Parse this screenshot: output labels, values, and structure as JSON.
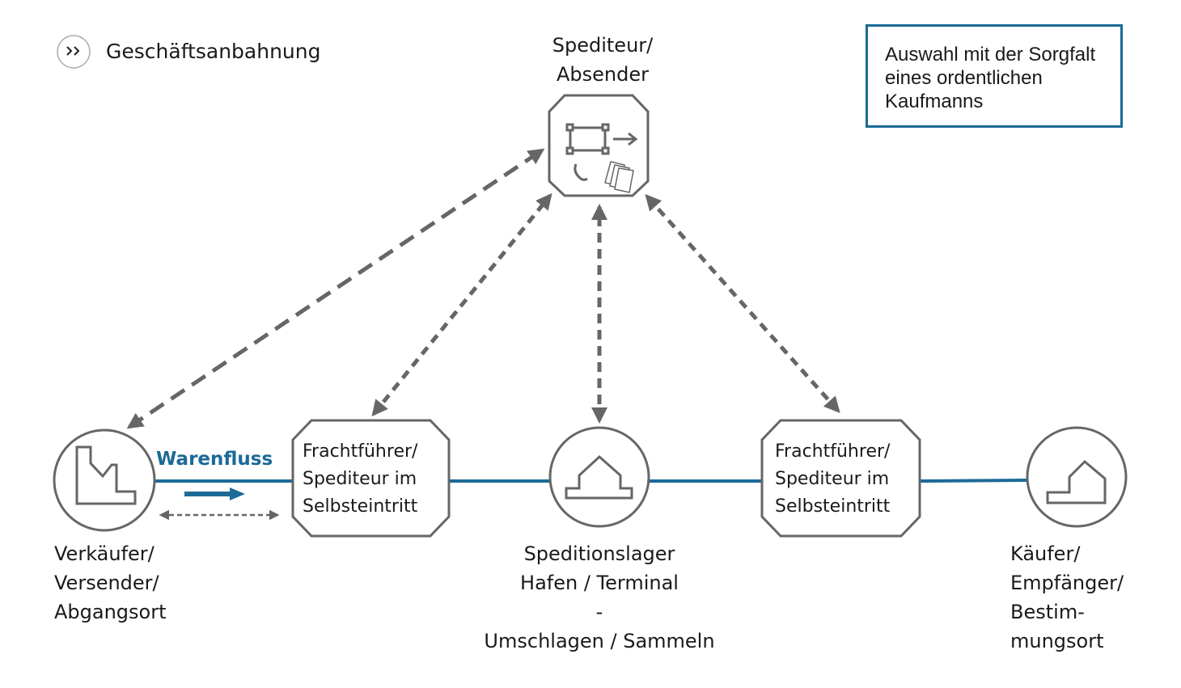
{
  "legend": {
    "label": "Geschäftsanbahnung",
    "icon": "double-chevron-right-icon"
  },
  "info_box": {
    "text": "Auswahl mit der Sorgfalt\neines ordentlichen\nKaufmanns"
  },
  "top_node": {
    "label": "Spediteur/\nAbsender",
    "icon": "logistics-office-icon"
  },
  "nodes": {
    "seller": {
      "label": "Verkäufer/\nVersender/\nAbgangsort",
      "icon": "factory-icon"
    },
    "carrier1": {
      "text": "Frachtführer/\nSpediteur im\nSelbsteintritt"
    },
    "warehouse": {
      "label": "Speditionslager\nHafen / Terminal\n-\nUmschlagen / Sammeln",
      "icon": "warehouse-icon"
    },
    "carrier2": {
      "text": "Frachtführer/\nSpediteur im\nSelbsteintritt"
    },
    "buyer": {
      "label": "Käufer/\nEmpfänger/\nBestim-\nmungsort",
      "icon": "house-icon"
    }
  },
  "flow": {
    "label": "Warenfluss"
  },
  "colors": {
    "accent": "#1c6a96",
    "gray": "#666666",
    "text": "#1a1a1a"
  }
}
